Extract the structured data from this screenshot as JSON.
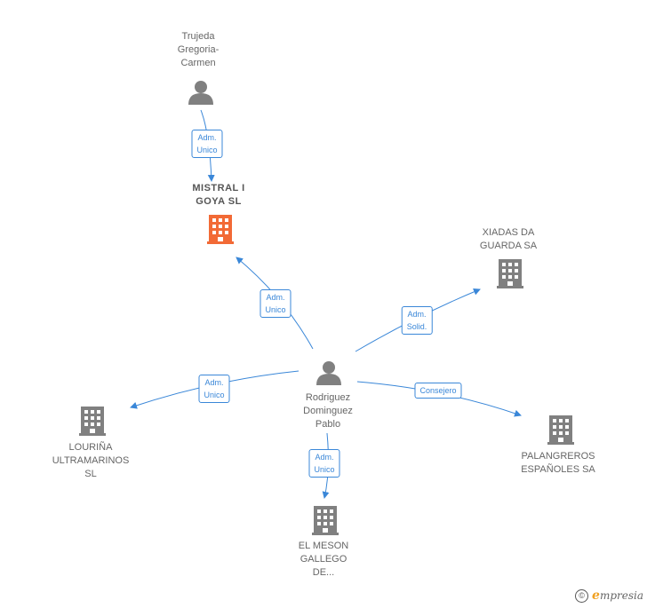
{
  "nodes": {
    "trujeda": {
      "label": "Trujeda\nGregoria-\nCarmen",
      "kind": "person"
    },
    "mistral": {
      "label": "MISTRAL I\nGOYA  SL",
      "kind": "company-focus"
    },
    "xiadas": {
      "label": "XIADAS DA\nGUARDA SA",
      "kind": "company"
    },
    "rodriguez": {
      "label": "Rodriguez\nDominguez\nPablo",
      "kind": "person"
    },
    "lourina": {
      "label": "LOURIÑA\nULTRAMARINOS\nSL",
      "kind": "company"
    },
    "palangreros": {
      "label": "PALANGREROS\nESPAÑOLES SA",
      "kind": "company"
    },
    "elmeson": {
      "label": "EL MESON\nGALLEGO\nDE...",
      "kind": "company"
    }
  },
  "edges": {
    "trujeda_mistral": "Adm.\nUnico",
    "rodriguez_mistral": "Adm.\nUnico",
    "rodriguez_xiadas": "Adm.\nSolid.",
    "rodriguez_lourina": "Adm.\nUnico",
    "rodriguez_palangreros": "Consejero",
    "rodriguez_elmeson": "Adm.\nUnico"
  },
  "colors": {
    "edge": "#3a87d8",
    "company": "#808080",
    "focus": "#f26a36",
    "person": "#808080"
  },
  "footer": {
    "copyright_symbol": "©",
    "brand_initial": "e",
    "brand_rest": "mpresia"
  }
}
